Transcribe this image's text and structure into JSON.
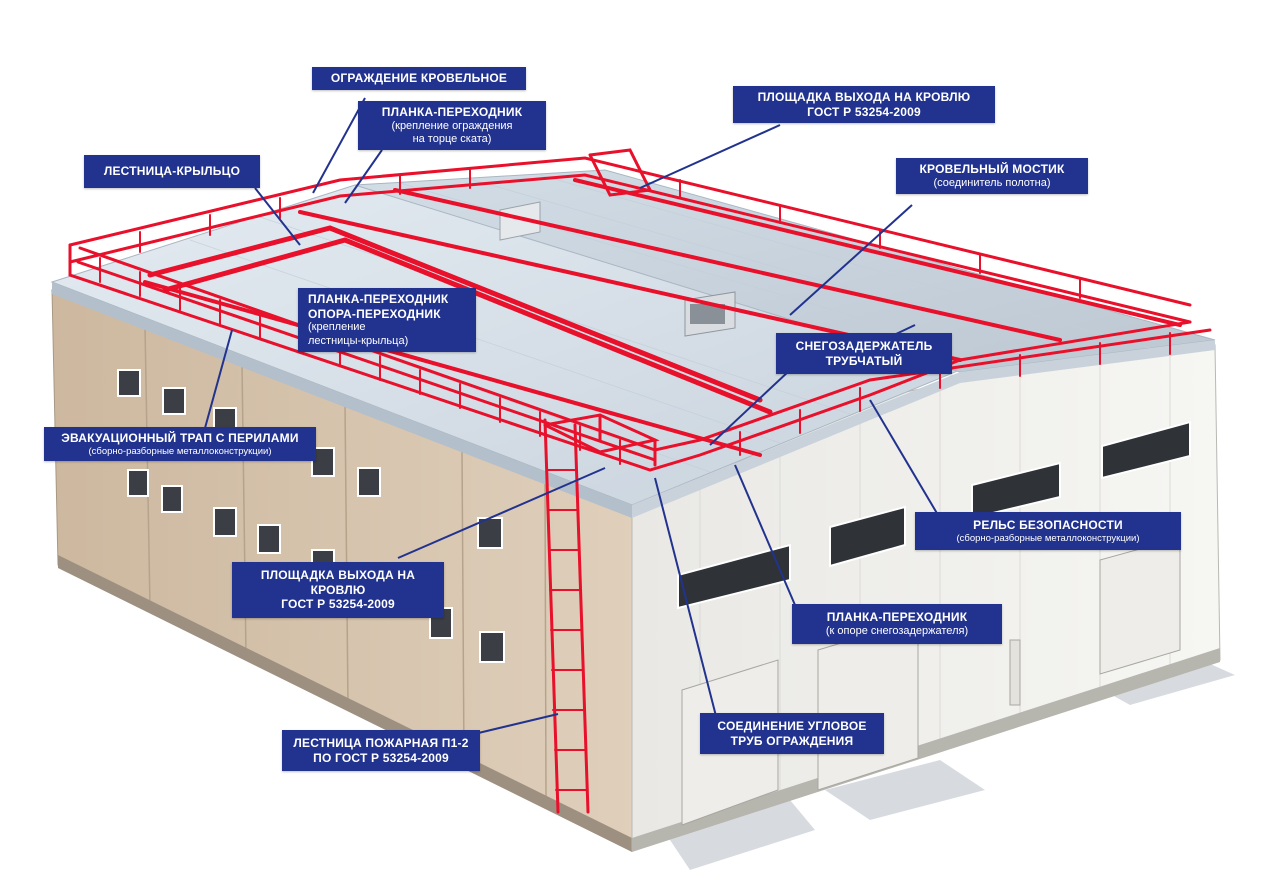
{
  "colors": {
    "label_bg": "#22338f",
    "leader": "#22338f",
    "rail": "#e8102a",
    "roof": "#d9e3ec",
    "wall_beige": "#d8c5ae",
    "wall_white": "#f3f2ee"
  },
  "labels": {
    "fence": {
      "title": "ОГРАЖДЕНИЕ КРОВЕЛЬНОЕ"
    },
    "adapter_fence": {
      "title": "ПЛАНКА-ПЕРЕХОДНИК",
      "sub1": "(крепление ограждения",
      "sub2": "на торце ската)"
    },
    "porch_ladder": {
      "title": "ЛЕСТНИЦА-КРЫЛЬЦО"
    },
    "exit_top": {
      "title": "ПЛОЩАДКА ВЫХОДА НА КРОВЛЮ",
      "sub": "ГОСТ Р 53254-2009"
    },
    "bridge": {
      "title": "КРОВЕЛЬНЫЙ МОСТИК",
      "sub": "(соединитель полотна)"
    },
    "adapter_support": {
      "title1": "ПЛАНКА-ПЕРЕХОДНИК",
      "title2": "ОПОРА-ПЕРЕХОДНИК",
      "sub1": "(крепление",
      "sub2": "лестницы-крыльца)"
    },
    "snow_guard": {
      "title1": "СНЕГОЗАДЕРЖАТЕЛЬ",
      "title2": "ТРУБЧАТЫЙ"
    },
    "evac": {
      "title": "ЭВАКУАЦИОННЫЙ ТРАП С ПЕРИЛАМИ",
      "sub": "(сборно-разборные металлоконструкции)"
    },
    "safety_rail": {
      "title": "РЕЛЬС БЕЗОПАСНОСТИ",
      "sub": "(сборно-разборные металлоконструкции)"
    },
    "exit_bottom": {
      "title": "ПЛОЩАДКА ВЫХОДА НА КРОВЛЮ",
      "sub": "ГОСТ Р 53254-2009"
    },
    "adapter_snow": {
      "title": "ПЛАНКА-ПЕРЕХОДНИК",
      "sub": "(к опоре снегозадержателя)"
    },
    "corner": {
      "title1": "СОЕДИНЕНИЕ УГЛОВОЕ",
      "title2": "ТРУБ ОГРАЖДЕНИЯ"
    },
    "fire_ladder": {
      "title1": "ЛЕСТНИЦА ПОЖАРНАЯ П1-2",
      "title2": "ПО ГОСТ Р 53254-2009"
    }
  }
}
